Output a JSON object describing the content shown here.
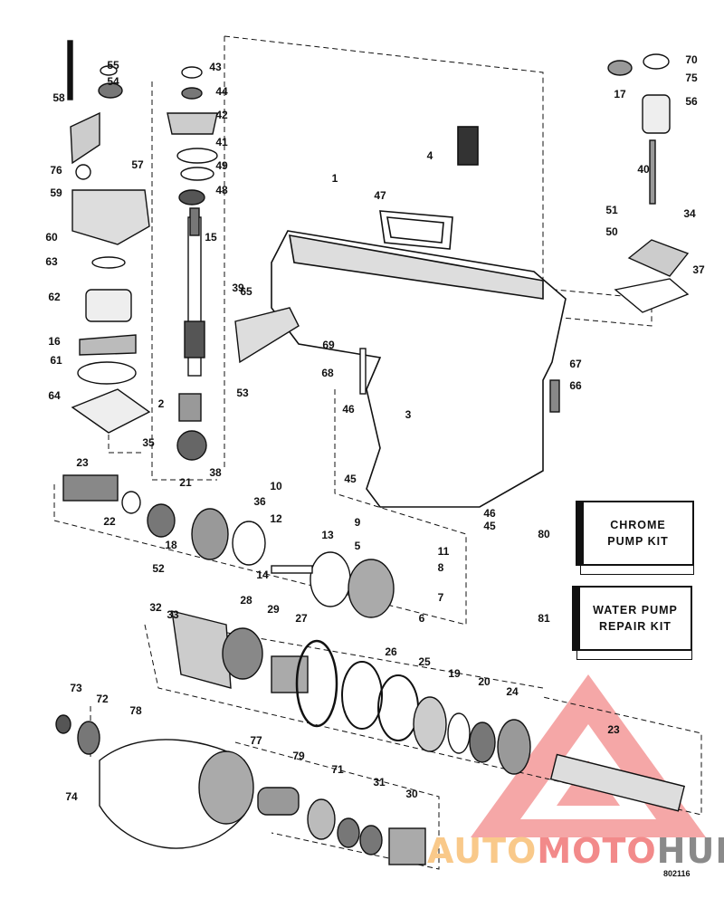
{
  "diagram_id": "802116",
  "callouts": [
    "55",
    "54",
    "58",
    "43",
    "44",
    "42",
    "41",
    "49",
    "48",
    "57",
    "76",
    "59",
    "60",
    "63",
    "62",
    "16",
    "61",
    "64",
    "15",
    "39",
    "65",
    "2",
    "35",
    "38",
    "21",
    "23",
    "22",
    "18",
    "52",
    "36",
    "10",
    "12",
    "13",
    "14",
    "32",
    "33",
    "28",
    "29",
    "27",
    "9",
    "5",
    "11",
    "8",
    "7",
    "6",
    "26",
    "25",
    "19",
    "20",
    "24",
    "23",
    "73",
    "72",
    "78",
    "77",
    "74",
    "79",
    "71",
    "31",
    "30",
    "1",
    "47",
    "4",
    "69",
    "68",
    "53",
    "46",
    "3",
    "45",
    "46",
    "45",
    "67",
    "66",
    "70",
    "75",
    "17",
    "56",
    "40",
    "51",
    "34",
    "50",
    "37",
    "80",
    "81"
  ],
  "kits": {
    "chrome_pump_kit": {
      "number": "80",
      "line1": "CHROME",
      "line2": "PUMP KIT"
    },
    "water_pump_repair_kit": {
      "number": "81",
      "line1": "WATER PUMP",
      "line2": "REPAIR KIT"
    }
  },
  "watermark": {
    "part1": "AUTO",
    "part2": "MOTO",
    "part3": "HUB",
    "colors": [
      "#f9c98a",
      "#f28a8a",
      "#8a8a8a"
    ]
  }
}
